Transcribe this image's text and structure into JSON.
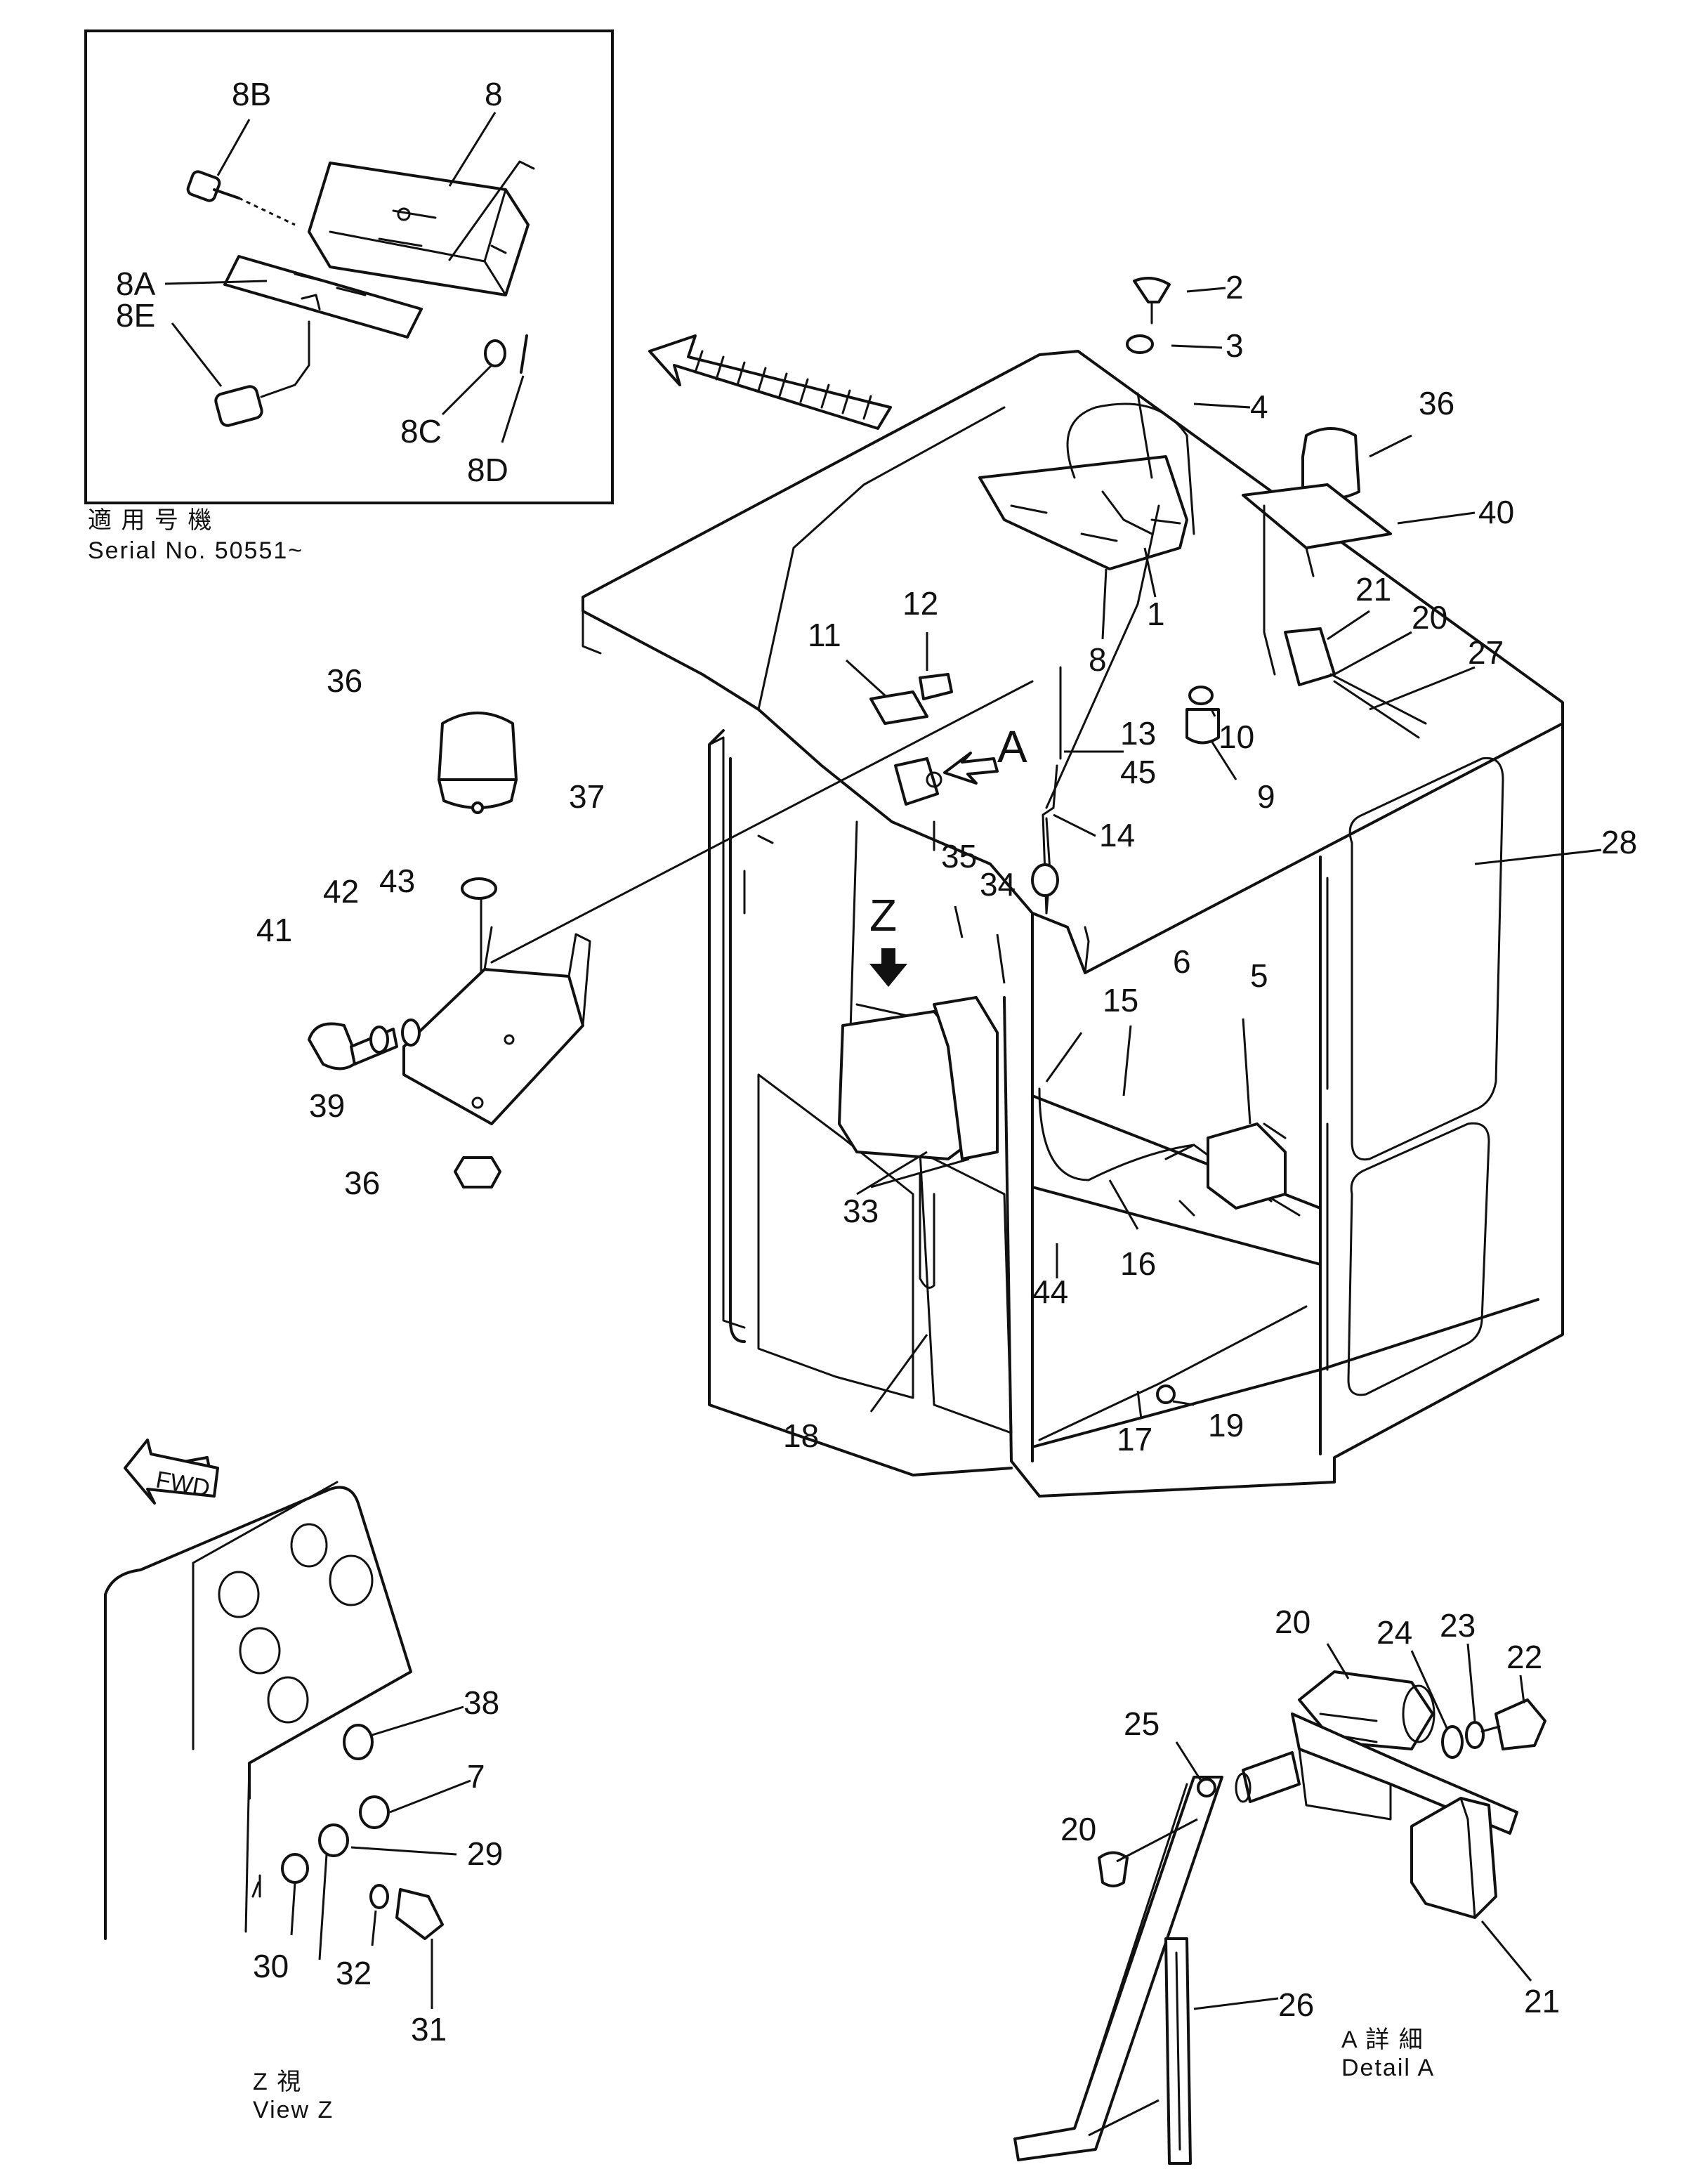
{
  "inset": {
    "callouts": [
      "8B",
      "8",
      "8A",
      "8E",
      "8C",
      "8D"
    ],
    "serial_label_jp": "適 用 号 機",
    "serial_label": "Serial  No.  50551~"
  },
  "main": {
    "callouts": [
      "2",
      "3",
      "4",
      "36",
      "40",
      "21",
      "20",
      "27",
      "8",
      "1",
      "10",
      "9",
      "12",
      "11",
      "13",
      "45",
      "14",
      "28",
      "36",
      "37",
      "42",
      "43",
      "41",
      "39",
      "36",
      "35",
      "34",
      "6",
      "5",
      "15",
      "33",
      "44",
      "16",
      "18",
      "17",
      "19"
    ],
    "view_letters": [
      "A",
      "Z"
    ]
  },
  "view_z": {
    "callouts": [
      "38",
      "7",
      "29",
      "30",
      "32",
      "31"
    ],
    "fwd_label": "FWD",
    "caption_jp": "Z   視",
    "caption": "View  Z"
  },
  "detail_a": {
    "callouts": [
      "22",
      "23",
      "24",
      "20",
      "25",
      "20",
      "26",
      "21"
    ],
    "caption_jp": "A  詳  細",
    "caption": "Detail  A"
  }
}
